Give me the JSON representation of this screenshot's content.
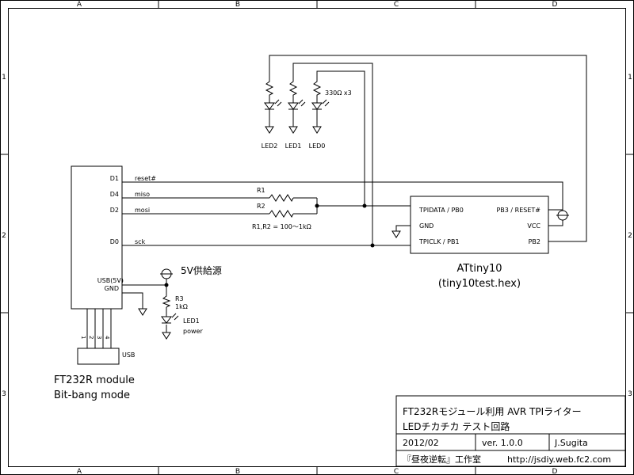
{
  "border": {
    "cols": [
      "A",
      "B",
      "C",
      "D"
    ],
    "rows": [
      "1",
      "2",
      "3"
    ]
  },
  "ft232r": {
    "pins": {
      "d1": "D1",
      "d4": "D4",
      "d2": "D2",
      "d0": "D0",
      "usb5v": "USB(5V)",
      "gnd": "GND"
    },
    "usb_pins": [
      "1",
      "2",
      "3",
      "4"
    ],
    "usb_label": "USB",
    "caption_line1": "FT232R module",
    "caption_line2": "Bit-bang mode"
  },
  "nets": {
    "reset": "reset#",
    "miso": "miso",
    "mosi": "mosi",
    "sck": "sck"
  },
  "resistors": {
    "r1": "R1",
    "r2": "R2",
    "r12_value": "R1,R2 = 100～1kΩ",
    "r3": "R3",
    "r3_value": "1kΩ",
    "led_r_value": "330Ω x3"
  },
  "leds": {
    "led2": "LED2",
    "led1": "LED1",
    "led0": "LED0",
    "power_led": "LED1",
    "power_led_note": "power"
  },
  "power": {
    "supply_label": "5V供給源"
  },
  "attiny": {
    "pins": {
      "tpidata": "TPIDATA / PB0",
      "gnd": "GND",
      "tpiclk": "TPICLK / PB1",
      "pb3": "PB3 / RESET#",
      "vcc": "VCC",
      "pb2": "PB2"
    },
    "name": "ATtiny10",
    "hex": "(tiny10test.hex)"
  },
  "title_block": {
    "title_line1": "FT232Rモジュール利用 AVR TPIライター",
    "title_line2": "LEDチカチカ テスト回路",
    "date": "2012/02",
    "version": "ver. 1.0.0",
    "author": "J.Sugita",
    "studio": "『昼夜逆転』工作室",
    "url": "http://jsdiy.web.fc2.com"
  }
}
